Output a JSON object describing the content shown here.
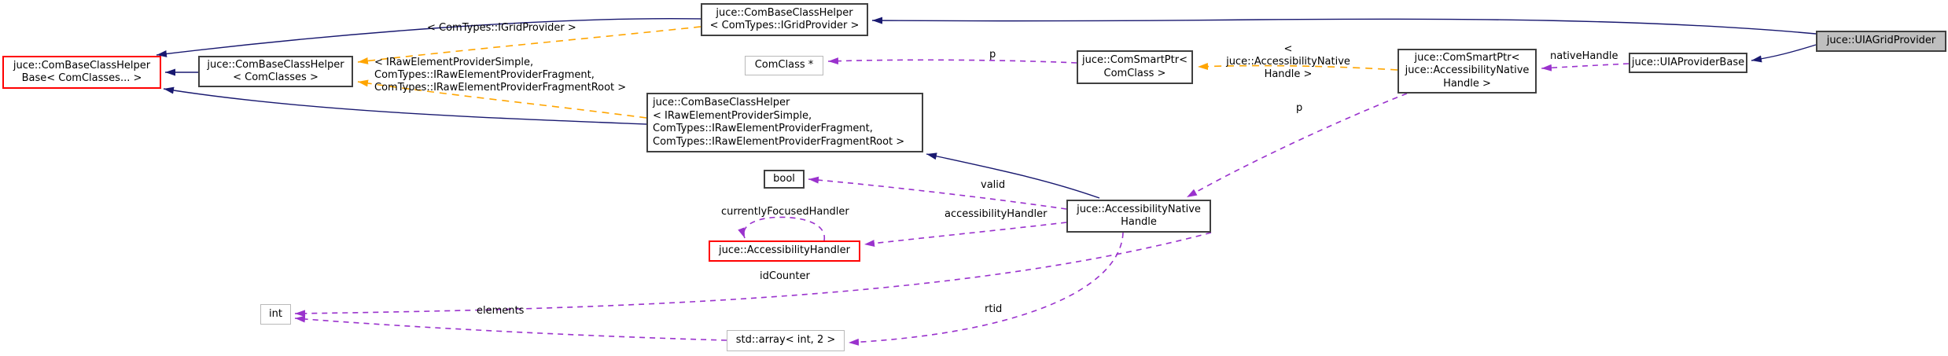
{
  "diagram": {
    "type": "collaboration-graph",
    "focal_class": "juce::UIAGridProvider",
    "nodes": {
      "comBaseClassHelperBase": {
        "label": "juce::ComBaseClassHelper\nBase< ComClasses... >"
      },
      "comBaseClassHelper": {
        "label": "juce::ComBaseClassHelper\n< ComClasses >"
      },
      "comBaseClassHelperGridProvider": {
        "label": "juce::ComBaseClassHelper\n< ComTypes::IGridProvider >"
      },
      "comClassPtr": {
        "label": "ComClass *"
      },
      "comSmartPtrComClass": {
        "label": "juce::ComSmartPtr<\nComClass >"
      },
      "comSmartPtrAccessibilityNativeHandle": {
        "label": "juce::ComSmartPtr<\njuce::AccessibilityNative\nHandle >"
      },
      "uiaProviderBase": {
        "label": "juce::UIAProviderBase"
      },
      "uiaGridProvider": {
        "label": "juce::UIAGridProvider"
      },
      "comBaseClassHelperRawElement": {
        "label": "juce::ComBaseClassHelper\n< IRawElementProviderSimple,\nComTypes::IRawElementProviderFragment,\nComTypes::IRawElementProviderFragmentRoot >"
      },
      "boolType": {
        "label": "bool"
      },
      "accessibilityHandler": {
        "label": "juce::AccessibilityHandler"
      },
      "accessibilityNativeHandle": {
        "label": "juce::AccessibilityNative\nHandle"
      },
      "intType": {
        "label": "int"
      },
      "stdArrayInt2": {
        "label": "std::array< int, 2 >"
      }
    },
    "edge_labels": {
      "tmplGridProvider": "< ComTypes::IGridProvider >",
      "tmplRawElement": "< IRawElementProviderSimple,\nComTypes::IRawElementProviderFragment,\nComTypes::IRawElementProviderFragmentRoot >",
      "tmplAccessibilityNativeHandle": "< juce::AccessibilityNative\nHandle >",
      "p1": "p",
      "p2": "p",
      "nativeHandle": "nativeHandle",
      "valid": "valid",
      "accessibilityHandler": "accessibilityHandler",
      "currentlyFocusedHandler": "currentlyFocusedHandler",
      "idCounter": "idCounter",
      "elements": "elements",
      "rtid": "rtid"
    },
    "colors": {
      "inheritance_edge": "#191970",
      "template_edge": "#ffa500",
      "member_edge": "#9a32cd",
      "node_border": "#404040",
      "highlight_node_border": "#ff0000",
      "external_node_border": "#b9b9b9",
      "focal_node_fill": "#bfbfbf"
    }
  }
}
